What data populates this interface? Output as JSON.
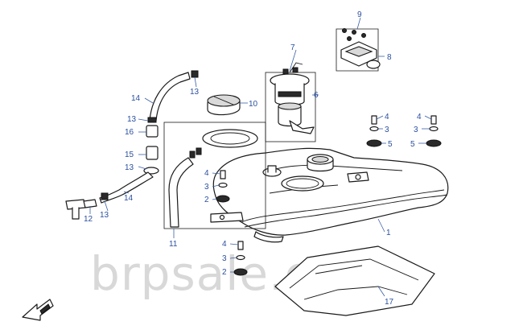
{
  "watermark": "brpsale.com",
  "callouts": {
    "c1": "1",
    "c2a": "2",
    "c2b": "2",
    "c3a": "3",
    "c3b": "3",
    "c3c": "3",
    "c3d": "3",
    "c4a": "4",
    "c4b": "4",
    "c4c": "4",
    "c4d": "4",
    "c5a": "5",
    "c5b": "5",
    "c6": "6",
    "c7": "7",
    "c8": "8",
    "c9": "9",
    "c10": "10",
    "c11": "11",
    "c12": "12",
    "c13a": "13",
    "c13b": "13",
    "c13c": "13",
    "c13d": "13",
    "c14a": "14",
    "c14b": "14",
    "c15": "15",
    "c16": "16",
    "c17": "17"
  },
  "colors": {
    "callout": "#2a4f9e",
    "leader": "#3a5fa8",
    "line": "#1a1a1a",
    "watermark": "#b9b9b9"
  },
  "icons": {
    "direction_arrow": "fwd-arrow-icon"
  }
}
